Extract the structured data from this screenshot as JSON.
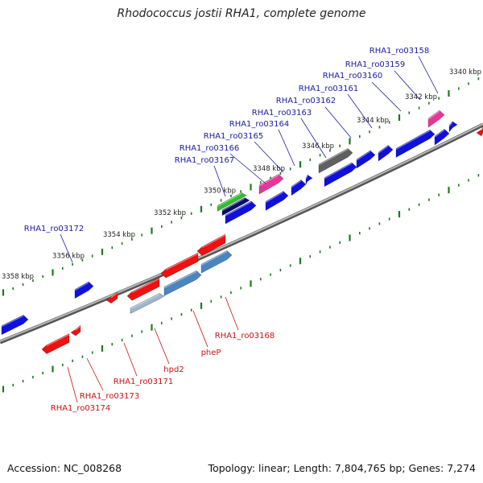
{
  "title": "Rhodococcus jostii RHA1, complete genome",
  "footer": {
    "accession": "Accession: NC_008268",
    "summary": "Topology: linear; Length: 7,804,765 bp; Genes: 7,274"
  },
  "colors": {
    "forward": "#1010dd",
    "reverse": "#ee1111",
    "backbone": "#8c8c8c",
    "tick": "#1a7a1a",
    "label_forward": "#1a1aa0",
    "label_reverse": "#cc1111",
    "pink": "#e8359a",
    "gray": "#606060",
    "green": "#2fbf2f",
    "navy": "#0b0b6e",
    "steel": "#4a85c0",
    "lightsteel": "#9fb6cc"
  },
  "axis": {
    "unit": "kbp",
    "ticks": [
      "3340 kbp",
      "3342 kbp",
      "3344 kbp",
      "3346 kbp",
      "3348 kbp",
      "3350 kbp",
      "3352 kbp",
      "3354 kbp",
      "3356 kbp",
      "3358 kbp"
    ]
  },
  "forward_labels": [
    "RHA1_ro03158",
    "RHA1_ro03159",
    "RHA1_ro03160",
    "RHA1_ro03161",
    "RHA1_ro03162",
    "RHA1_ro03163",
    "RHA1_ro03164",
    "RHA1_ro03165",
    "RHA1_ro03166",
    "RHA1_ro03167",
    "RHA1_ro03172"
  ],
  "reverse_labels": [
    "RHA1_ro03168",
    "pheP",
    "hpd2",
    "RHA1_ro03171",
    "RHA1_ro03173",
    "RHA1_ro03174"
  ]
}
